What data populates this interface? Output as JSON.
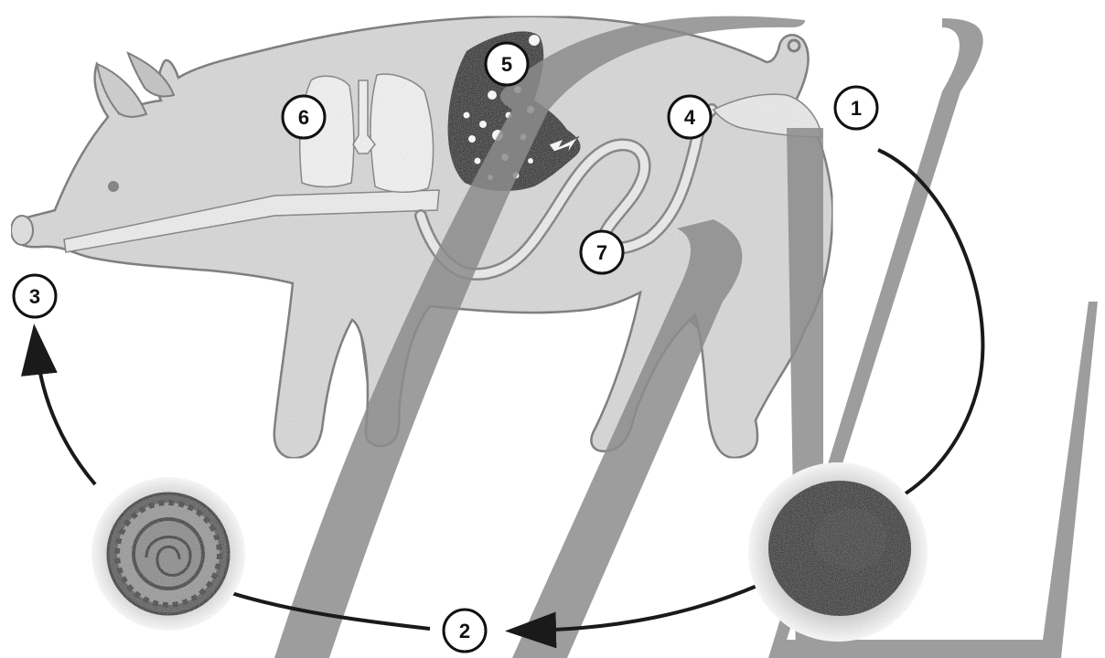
{
  "diagram": {
    "steps": [
      {
        "id": "1",
        "label": "1"
      },
      {
        "id": "2",
        "label": "2"
      },
      {
        "id": "3",
        "label": "3"
      },
      {
        "id": "4",
        "label": "4"
      },
      {
        "id": "5",
        "label": "5"
      },
      {
        "id": "6",
        "label": "6"
      },
      {
        "id": "7",
        "label": "7"
      }
    ],
    "watermark_letters": "TL",
    "colors": {
      "pig_fill": "#d9d9d9",
      "pig_outline": "#6e6e6e",
      "organ_light": "#f4f4f4",
      "liver_dark": "#111111",
      "cycle_arrow": "#1a1a1a",
      "watermark": "#8c8c8c",
      "egg_dark": "#1a1a1a"
    },
    "icons": [
      "pig-illustration",
      "fertilized-egg-icon",
      "embryonated-egg-icon",
      "cycle-arrow"
    ]
  }
}
